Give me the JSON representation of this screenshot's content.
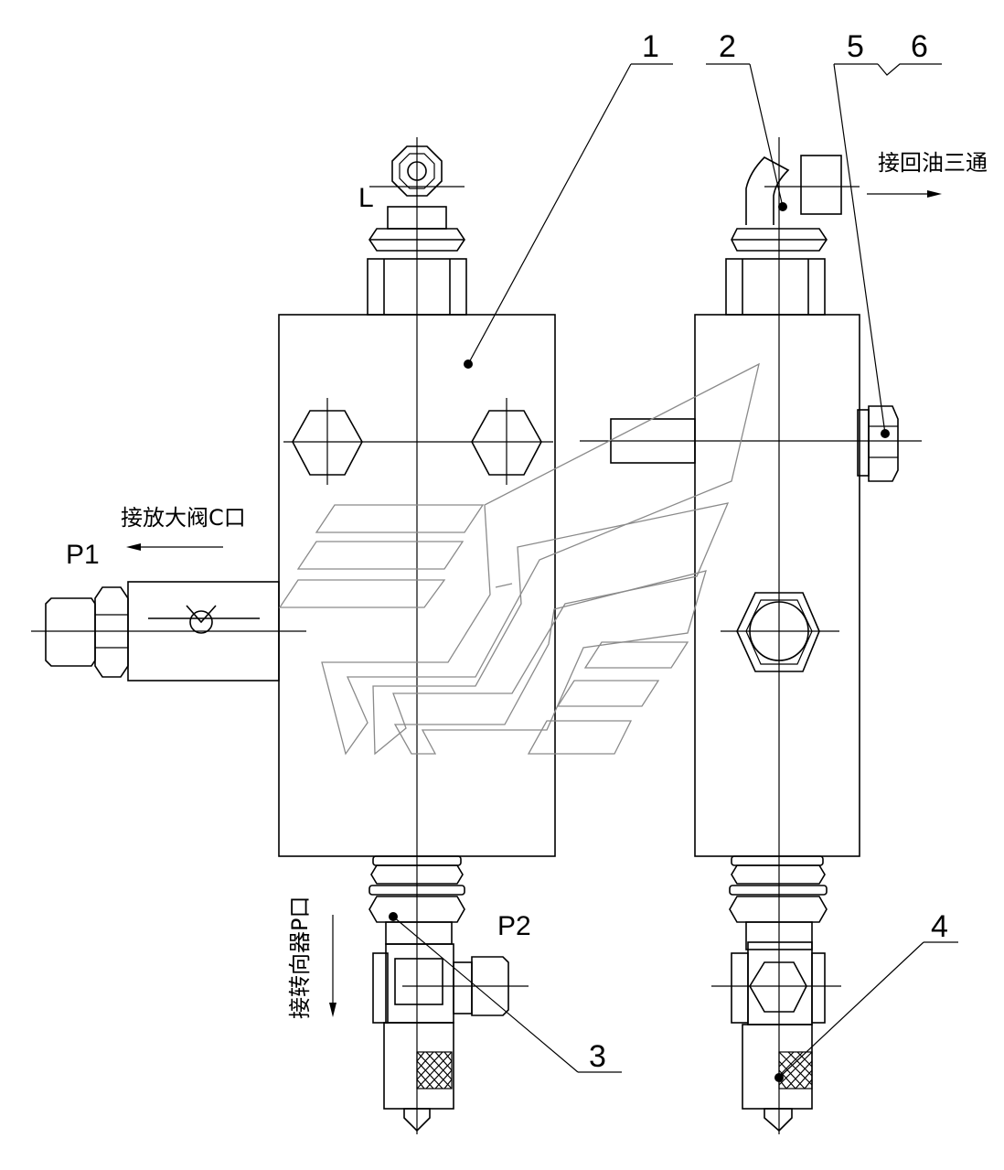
{
  "part_numbers": {
    "n1": "1",
    "n2": "2",
    "n3": "3",
    "n4": "4",
    "n5": "5",
    "n6": "6"
  },
  "ports": {
    "L": "L",
    "P1": "P1",
    "P2": "P2"
  },
  "notes": {
    "return_tee": "接回油三通",
    "big_valve_c": "接放大阀C口",
    "steering_p": "接转向器P口"
  }
}
